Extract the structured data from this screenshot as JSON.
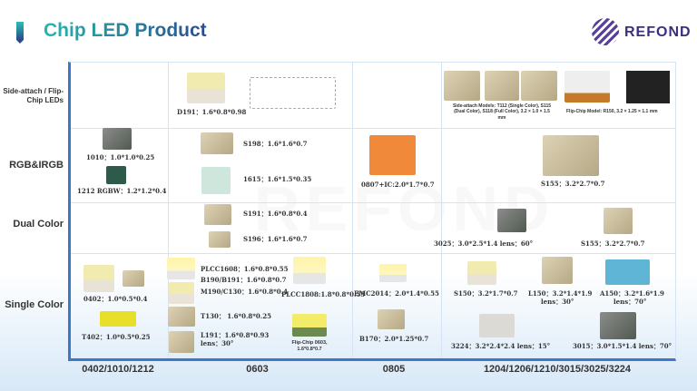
{
  "header": {
    "title": "Chip LED Product",
    "logo_text": "REFOND",
    "watermark": "REFOND"
  },
  "rows": [
    "Side-attach / Flip-Chip LEDs",
    "RGB&IRGB",
    "Dual Color",
    "Single Color"
  ],
  "columns": [
    "0402/1010/1212",
    "0603",
    "0805",
    "1204/1206/1210/3015/3025/3224"
  ],
  "side": {
    "d191": "D191：1.6*0.8*0.98",
    "side_models": "Side-attach Models: T112 (Single Color), S115 (Dual Color), S118 (Full Color), 3.2 × 1.0 × 1.5 mm",
    "flip": "Flip-Chip Model: R150, 3.2 × 1.25 × 1.1 mm"
  },
  "rgb": {
    "p1010": "1010：1.0*1.0*0.25",
    "p1212": "1212 RGBW：1.2*1.2*0.4",
    "s198": "S198：1.6*1.6*0.7",
    "p1615": "1615：1.6*1.5*0.35",
    "p0807": "0807+IC:2.0*1.7*0.7",
    "s155": "S155：3.2*2.7*0.7"
  },
  "dual": {
    "s191": "S191：1.6*0.8*0.4",
    "s196": "S196：1.6*1.6*0.7",
    "p3025": "3025：3.0*2.5*1.4 lens：60°",
    "s155": "S155：3.2*2.7*0.7"
  },
  "single": {
    "p0402": "0402：1.0*0.5*0.4",
    "t402": "T402：1.0*0.5*0.25",
    "plcc1608": "PLCC1608：1.6*0.8*0.55",
    "b190": "B190/B191：1.6*0.8*0.7",
    "m190": "M190/C130：1.6*0.8*0.4",
    "plcc1808": "PLCC1808:1.8*0.8*0.55",
    "t130": "T130：     1.6*0.8*0.25",
    "l191": "L191：1.6*0.8*0.93",
    "l191_lens": "lens：30°",
    "flip0603": "Flip-Chip 0603, 1.6*0.8*0.7",
    "emc2014": "EMC2014：2.0*1.4*0.55",
    "b170": "B170：2.0*1.25*0.7",
    "s150": "S150：3.2*1.7*0.7",
    "l150": "L150：3.2*1.4*1.9",
    "l150_lens": "lens：30°",
    "a150": "A150：3.2*1.6*1.9",
    "a150_lens": "lens：70°",
    "p3224": "3224：3.2*2.4*2.4 lens：15°",
    "p3015": "3015：3.0*1.5*1.4 lens：70°"
  }
}
